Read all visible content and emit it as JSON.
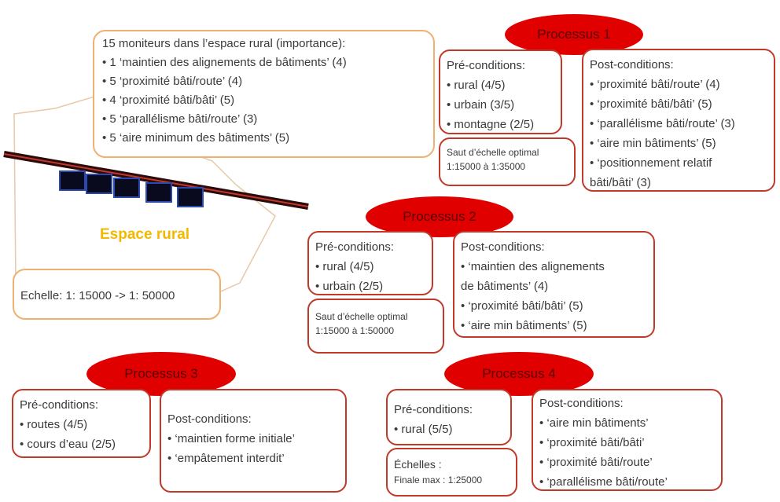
{
  "espace": {
    "label": "Espace rural",
    "label_color": "#f5b800",
    "scale": "Echelle: 1: 15000 -> 1: 50000"
  },
  "monitors": {
    "title": "15 moniteurs dans l’espace rural (importance):",
    "items": [
      "1 ‘maintien des alignements de bâtiments’ (4)",
      "5 ‘proximité bâti/route’ (4)",
      "4 ‘proximité bâti/bâti’ (5)",
      "5 ‘parallélisme bâti/route’ (3)",
      "5 ‘aire minimum des bâtiments’ (5)"
    ]
  },
  "p1": {
    "title": "Processus 1",
    "pre_title": "Pré-conditions:",
    "pre": [
      "rural (4/5)",
      "urbain (3/5)",
      "montagne (2/5)"
    ],
    "scale_l1": "Saut d’échelle optimal",
    "scale_l2": "1:15000 à 1:35000",
    "post_title": "Post-conditions:",
    "post": [
      "‘proximité bâti/route’ (4)",
      "‘proximité bâti/bâti’ (5)",
      "‘parallélisme bâti/route’ (3)",
      "‘aire min bâtiments’ (5)",
      "‘positionnement relatif"
    ],
    "post_last": "bâti/bâti’ (3)"
  },
  "p2": {
    "title": "Processus 2",
    "pre_title": "Pré-conditions:",
    "pre": [
      "rural (4/5)",
      "urbain (2/5)"
    ],
    "scale_l1": "Saut d’échelle optimal",
    "scale_l2": "1:15000 à 1:50000",
    "post_title": "Post-conditions:",
    "post_a": "‘maintien des alignements",
    "post_a2": "de bâtiments’ (4)",
    "post": [
      "‘proximité bâti/bâti’ (5)",
      "‘aire min bâtiments’ (5)"
    ]
  },
  "p3": {
    "title": "Processus 3",
    "pre_title": "Pré-conditions:",
    "pre": [
      "routes (4/5)",
      "cours d’eau (2/5)"
    ],
    "post_title": "Post-conditions:",
    "post": [
      "‘maintien forme initiale’",
      "‘empâtement interdit’"
    ]
  },
  "p4": {
    "title": "Processus 4",
    "pre_title": "Pré-conditions:",
    "pre": [
      "rural (5/5)"
    ],
    "scale_l1": "Échelles :",
    "scale_l2": "Finale max : 1:25000",
    "post_title": "Post-conditions:",
    "post": [
      "‘aire min bâtiments’",
      "‘proximité bâti/bâti’",
      "‘proximité bâti/route’",
      "‘parallélisme bâti/route’"
    ]
  },
  "colors": {
    "accent_red": "#e00000",
    "box_border": "#c0392b",
    "bubble_border": "#f0b070",
    "building": "#0a0a1e",
    "building_outline": "#2a4ab0",
    "road": "#2a0a0a"
  }
}
